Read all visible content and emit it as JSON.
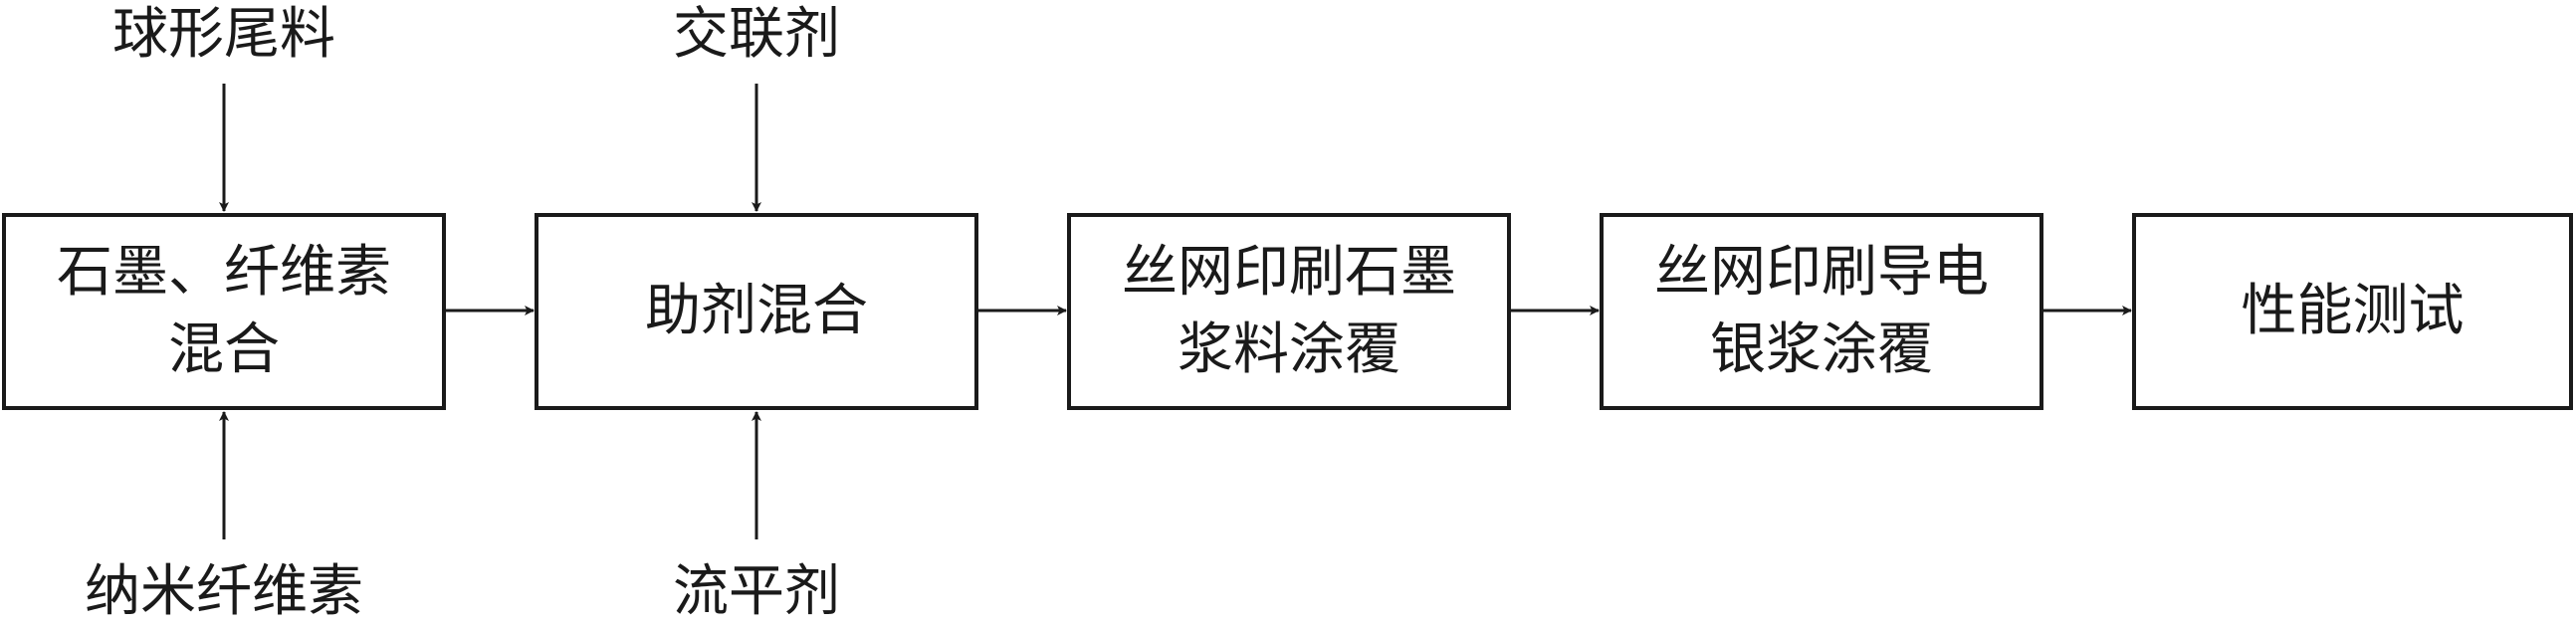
{
  "nodes": [
    {
      "id": "graphite-cellulose-mix",
      "lines": [
        "石墨、纤维素",
        "混合"
      ]
    },
    {
      "id": "additive-mix",
      "lines": [
        "助剂混合"
      ]
    },
    {
      "id": "screen-print-graphite",
      "lines": [
        "丝网印刷石墨",
        "浆料涂覆"
      ]
    },
    {
      "id": "screen-print-silver",
      "lines": [
        "丝网印刷导电",
        "银浆涂覆"
      ]
    },
    {
      "id": "performance-test",
      "lines": [
        "性能测试"
      ]
    }
  ],
  "inputs": {
    "spherical_tailings": "球形尾料",
    "nano_cellulose": "纳米纤维素",
    "crosslinker": "交联剂",
    "leveling_agent": "流平剂"
  },
  "colors": {
    "stroke": "#1a1a1a",
    "background": "#ffffff"
  }
}
